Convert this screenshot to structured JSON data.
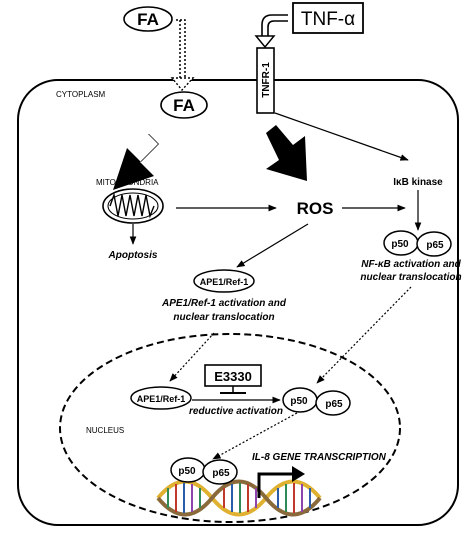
{
  "labels": {
    "fa_outside": "FA",
    "tnf": "TNF-α",
    "tnfr": "TNFR-1",
    "cytoplasm": "CYTOPLASM",
    "fa_inside": "FA",
    "mitochondria": "MITOCHONDRIA",
    "apoptosis": "Apoptosis",
    "ros": "ROS",
    "ikb_kinase": "IκB kinase",
    "p50": "p50",
    "p65": "p65",
    "nfkb_line1": "NF-κB activation and",
    "nfkb_line2": "nuclear translocation",
    "ape1": "APE1/Ref-1",
    "ape1_line1": "APE1/Ref-1 activation and",
    "ape1_line2": "nuclear translocation",
    "e3330": "E3330",
    "reductive": "reductive activation",
    "nucleus": "NUCLEUS",
    "il8": "IL-8 GENE TRANSCRIPTION"
  }
}
